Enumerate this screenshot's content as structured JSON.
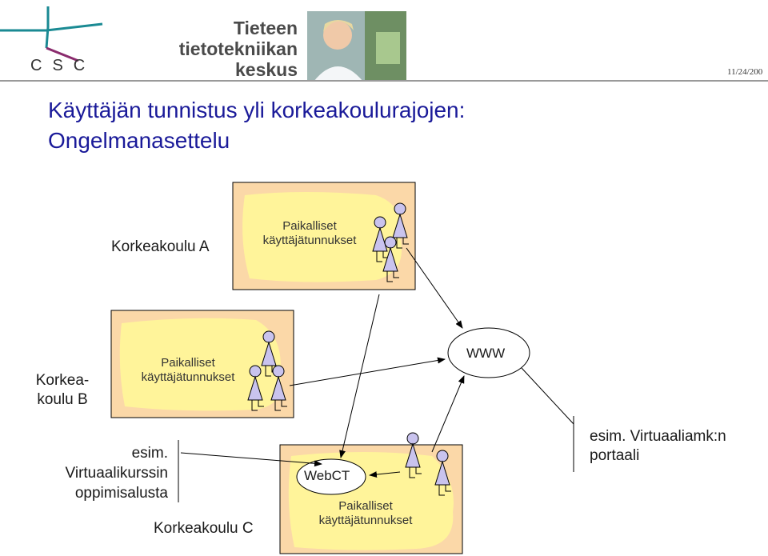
{
  "header": {
    "logo": "CSC",
    "org_name": [
      "Tieteen",
      "tietotekniikan",
      "keskus"
    ],
    "date": "11/24/200"
  },
  "title": {
    "line1": "Käyttäjän tunnistus yli korkeakoulurajojen:",
    "line2": "Ongelmanasettelu"
  },
  "nodes": {
    "korkeakoulu_a": "Korkeakoulu A",
    "korkeakoulu_b": [
      "Korkea-",
      "koulu B"
    ],
    "korkeakoulu_c": "Korkeakoulu C",
    "local_accounts": [
      "Paikalliset",
      "käyttäjätunnukset"
    ],
    "www": "WWW",
    "webct": "WebCT",
    "virtual_course": [
      "esim.",
      "Virtuaalikurssin",
      "oppimisalusta"
    ],
    "virtual_portal": [
      "esim. Virtuaaliamk:n",
      "portaali"
    ]
  },
  "colors": {
    "box_fill": "#fbd8a8",
    "blob_fill": "#fff49a",
    "person_fill": "#c9c3ee",
    "title": "#1a1a99",
    "logo_teal": "#1a8a93",
    "logo_purple": "#8a2b6d"
  }
}
